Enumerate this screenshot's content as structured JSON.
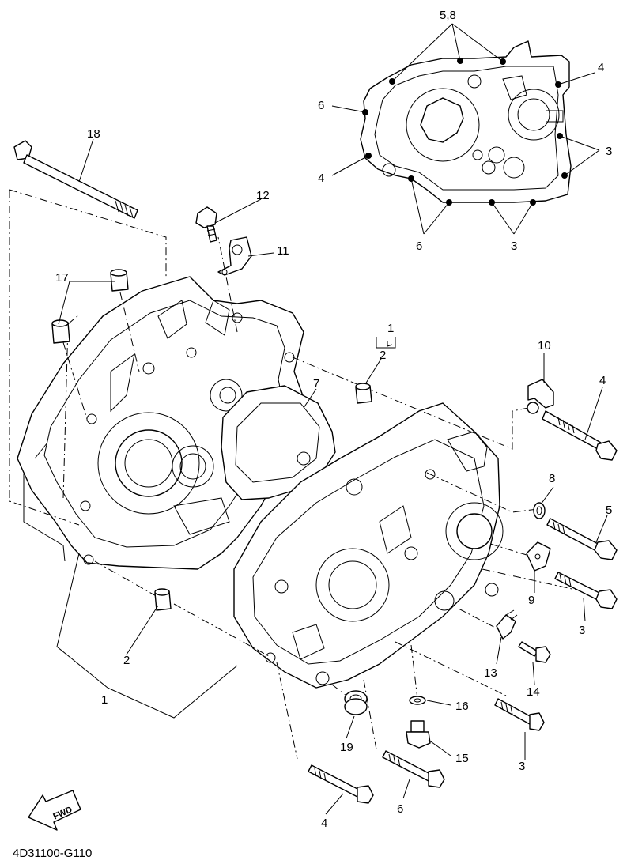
{
  "diagram_code": "4D31100-G110",
  "fwd_label": "FWD",
  "callouts": {
    "c58": "5,8",
    "c4_top": "4",
    "c6_top": "6",
    "c3_top_right": "3",
    "c4_top_left": "4",
    "c6_top_bottom": "6",
    "c3_top_bottom": "3",
    "c18": "18",
    "c12": "12",
    "c11": "11",
    "c17": "17",
    "c1_top": "1",
    "c2_top": "2",
    "c7": "7",
    "c10": "10",
    "c4_right": "4",
    "c8": "8",
    "c5": "5",
    "c9": "9",
    "c3_right": "3",
    "c13": "13",
    "c14": "14",
    "c16": "16",
    "c15": "15",
    "c3_bottom": "3",
    "c19": "19",
    "c6_bottom": "6",
    "c4_bottom": "4",
    "c2_left": "2",
    "c1_left": "1"
  }
}
